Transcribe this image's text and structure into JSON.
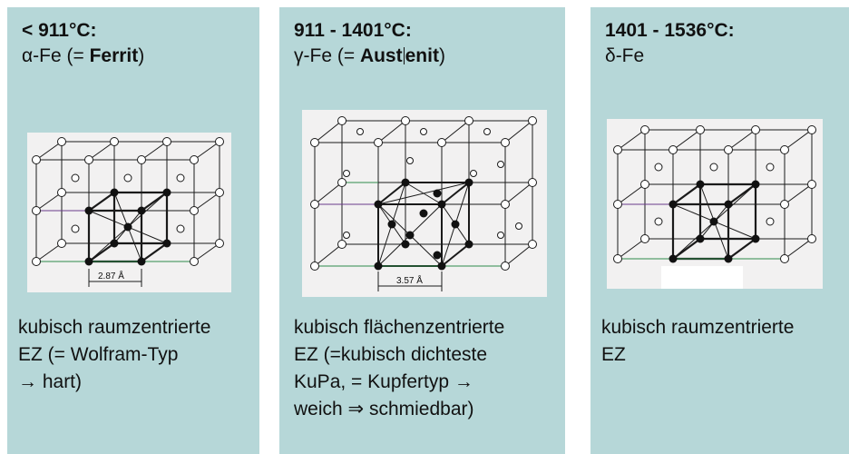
{
  "panels": [
    {
      "title": "< 911°C:",
      "phase_prefix": "α-Fe (= ",
      "phase_bold": "Ferrit",
      "phase_suffix": ")",
      "description": "kubisch raumzentrierte\nEZ (= Wolfram-Typ\n→ hart)",
      "dimension": "2.87 Å"
    },
    {
      "title": "911 - 1401°C:",
      "phase_prefix": "γ-Fe  (= ",
      "phase_bold_a": "Aust",
      "phase_bold_b": "enit",
      "phase_suffix": ")",
      "description": "kubisch flächenzentrierte\nEZ (=kubisch dichteste\nKuPa, = Kupfertyp →\nweich ⇒ schmiedbar)",
      "dimension": "3.57 Å"
    },
    {
      "title": "1401 - 1536°C:",
      "phase": "δ-Fe",
      "description": "kubisch raumzentrierte\nEZ"
    }
  ],
  "colors": {
    "panel_bg": "#b6d7d8",
    "figure_bg": "#f2f1f1",
    "lattice_line": "#1a1a1a",
    "green_line": "#2f8a4a",
    "purple_line": "#6a3a8a"
  }
}
